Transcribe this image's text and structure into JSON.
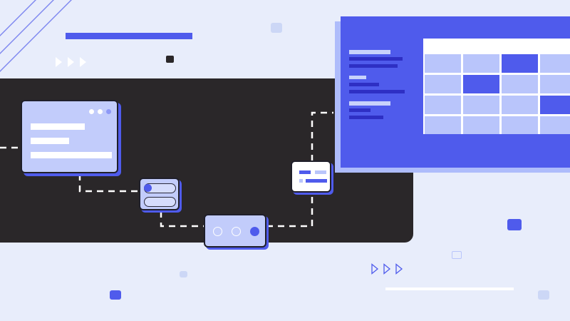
{
  "illustration": {
    "colors": {
      "background": "#e8edfb",
      "dark_band": "#2a2729",
      "accent": "#4f5bec",
      "card_fill": "#c2ccfb",
      "grid_light": "#b9c5fb",
      "grid_dark": "#4f5bec",
      "white": "#ffffff"
    },
    "grid": {
      "rows": 4,
      "cols": 4,
      "highlighted_cells": [
        [
          0,
          2
        ],
        [
          1,
          1
        ],
        [
          2,
          3
        ]
      ]
    },
    "stepper": {
      "steps": 3,
      "active_step": 3
    },
    "toggle_list": {
      "items": 2,
      "selected_index": 0
    },
    "icons": [
      "play-arrows-icon",
      "play-arrows-outline-icon",
      "three-dots-icon"
    ]
  }
}
